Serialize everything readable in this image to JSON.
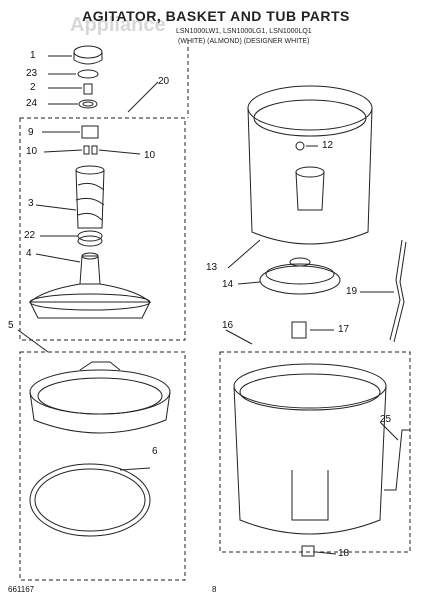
{
  "title": "AGITATOR, BASKET AND TUB PARTS",
  "watermark": "Appliance",
  "subtitle": {
    "line1": "LSN1000LW1, LSN1000LG1, LSN1000LQ1",
    "line2": "(WHITE)   (ALMOND)   (DESIGNER WHITE)"
  },
  "callouts": [
    "1",
    "23",
    "2",
    "24",
    "20",
    "9",
    "10",
    "10",
    "3",
    "22",
    "4",
    "5",
    "6",
    "12",
    "13",
    "14",
    "19",
    "16",
    "17",
    "25",
    "18"
  ],
  "footer": {
    "left": "661167",
    "center": "8"
  }
}
